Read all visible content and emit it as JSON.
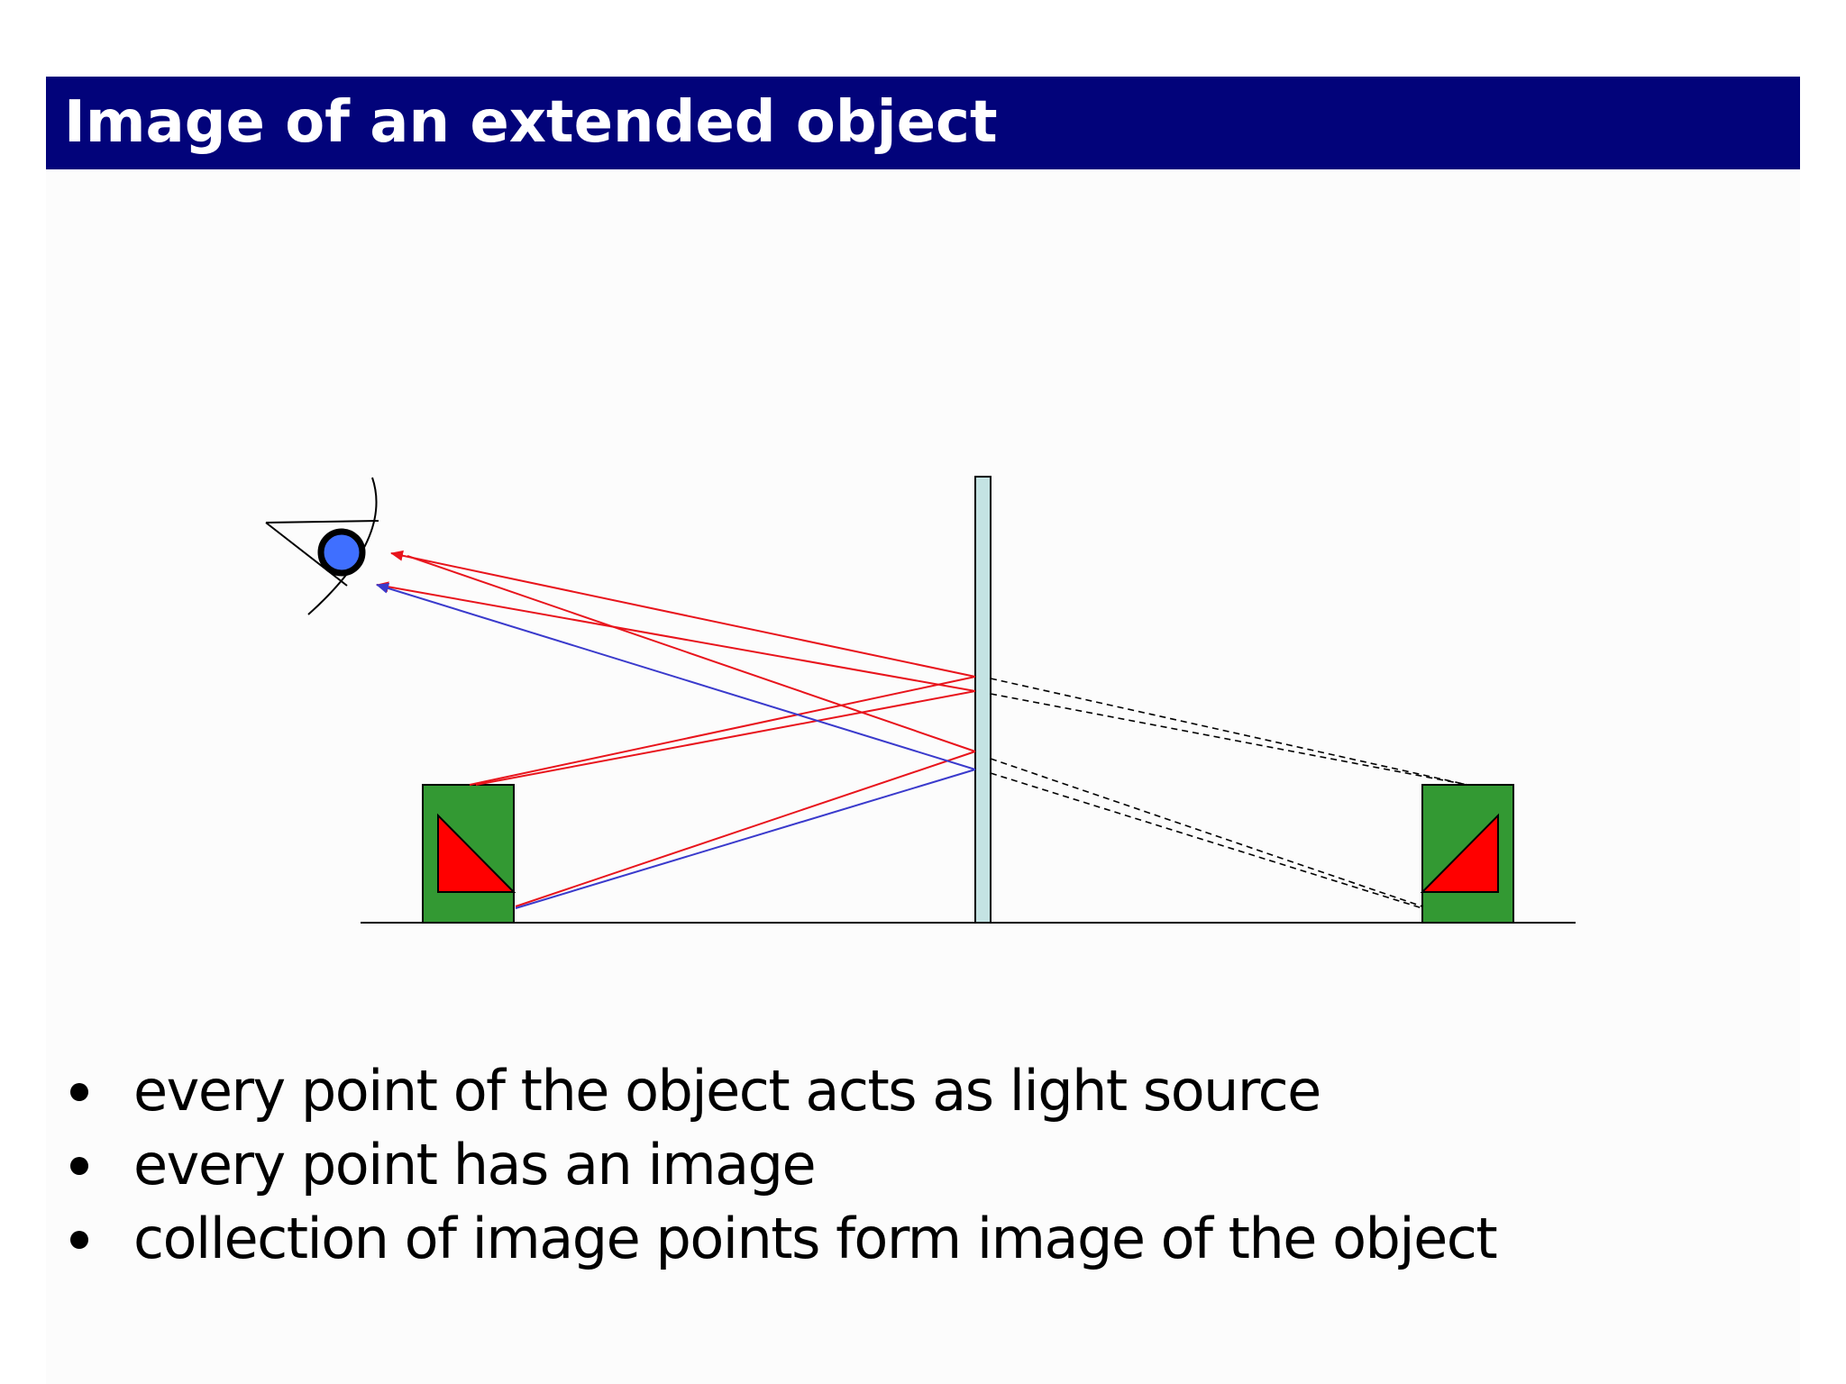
{
  "title": "Image of an extended object",
  "bullets": [
    "every point of the object acts as light source",
    "every point has an image",
    "collection of image points form image of the object"
  ],
  "colors": {
    "title_bar": "#02037a",
    "title_text": "#ffffff",
    "object_body": "#339933",
    "object_marker": "#ff0000",
    "mirror": "#c4e3e3",
    "ray_red": "#e8141c",
    "ray_blue": "#3a3acc",
    "eye_pupil": "#3f6fff",
    "virtual_ray": "#000000"
  },
  "icons": {
    "eye": "eye-icon",
    "object": "object-block",
    "image": "virtual-image-block",
    "mirror": "plane-mirror"
  }
}
